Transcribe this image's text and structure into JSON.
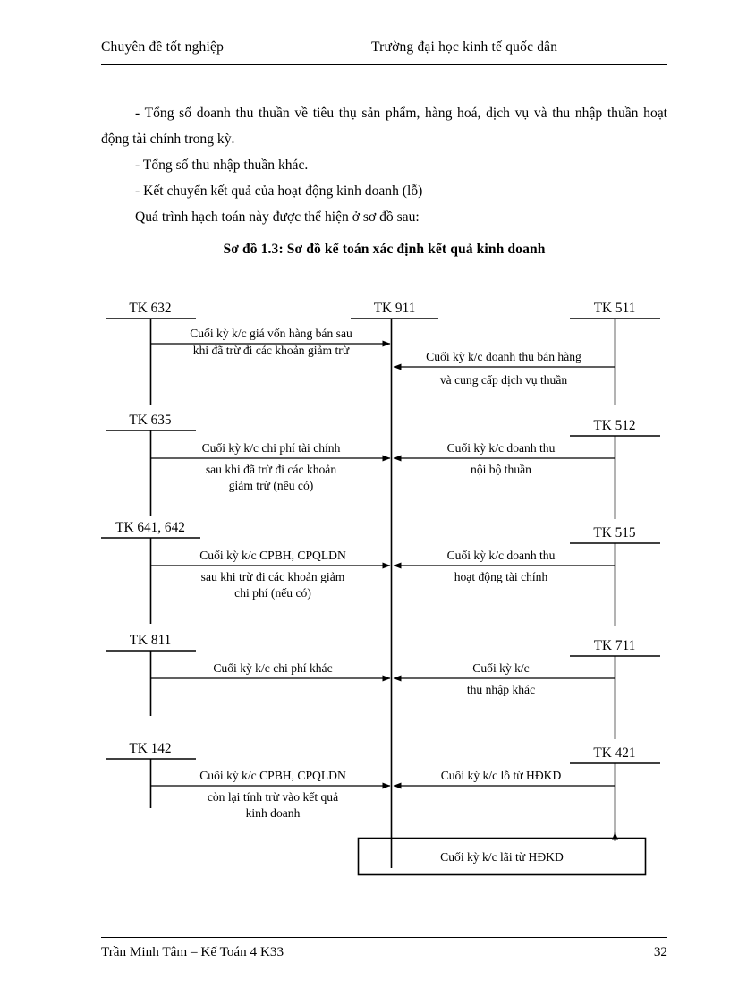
{
  "header": {
    "left": "Chuyên đề tốt nghiệp",
    "right": "Trường đại học kinh tế quốc dân"
  },
  "body": {
    "para1": "- Tổng số doanh thu thuần về tiêu thụ sản phẩm, hàng hoá, dịch vụ và thu nhập thuần hoạt động tài chính trong kỳ.",
    "para2": "- Tổng số thu nhập thuần khác.",
    "para3": "- Kết chuyển kết quả của hoạt động kinh doanh (lỗ)",
    "para4": "Quá trình hạch toán này được thể hiện ở sơ đồ sau:",
    "diagram_title": "Sơ đồ 1.3: Sơ đồ kế toán xác định kết quả kinh doanh"
  },
  "diagram": {
    "accounts": {
      "center": "TK 911",
      "left_1": "TK 632",
      "left_2": "TK 635",
      "left_3": "TK 641, 642",
      "left_4": "TK 811",
      "left_5": "TK 142",
      "right_1": "TK 511",
      "right_2": "TK 512",
      "right_3": "TK 515",
      "right_4": "TK 711",
      "right_5": "TK 421"
    },
    "flows": {
      "l1_line1": "Cuối kỳ k/c giá vốn hàng bán sau",
      "l1_line2": "khi đã trừ đi các khoản giảm trừ",
      "r1_line1": "Cuối kỳ k/c doanh thu bán hàng",
      "r1_line2": "và cung cấp dịch vụ thuần",
      "l2_line1": "Cuối kỳ k/c chi phí tài chính",
      "l2_line2": "sau khi đã trừ đi các khoản",
      "l2_line3": "giảm trừ (nếu có)",
      "r2_line1": "Cuối kỳ k/c doanh thu",
      "r2_line2": "nội bộ thuần",
      "l3_line1": "Cuối kỳ k/c CPBH, CPQLDN",
      "l3_line2": "sau khi trừ đi các khoản giảm",
      "l3_line3": "chi phí (nếu có)",
      "r3_line1": "Cuối kỳ k/c doanh thu",
      "r3_line2": "hoạt động tài chính",
      "l4_line1": "Cuối kỳ k/c chi phí khác",
      "r4_line1": "Cuối kỳ k/c",
      "r4_line2": "thu nhập khác",
      "l5_line1": "Cuối kỳ k/c CPBH, CPQLDN",
      "l5_line2": "còn lại tính trừ vào kết quả",
      "l5_line3": "kinh doanh",
      "r5_line1": "Cuối kỳ k/c lỗ từ HĐKD",
      "box_label": "Cuối kỳ k/c lãi từ HĐKD"
    }
  },
  "footer": {
    "left": "Trần Minh Tâm – Kế Toán 4 K33",
    "page": "32"
  }
}
